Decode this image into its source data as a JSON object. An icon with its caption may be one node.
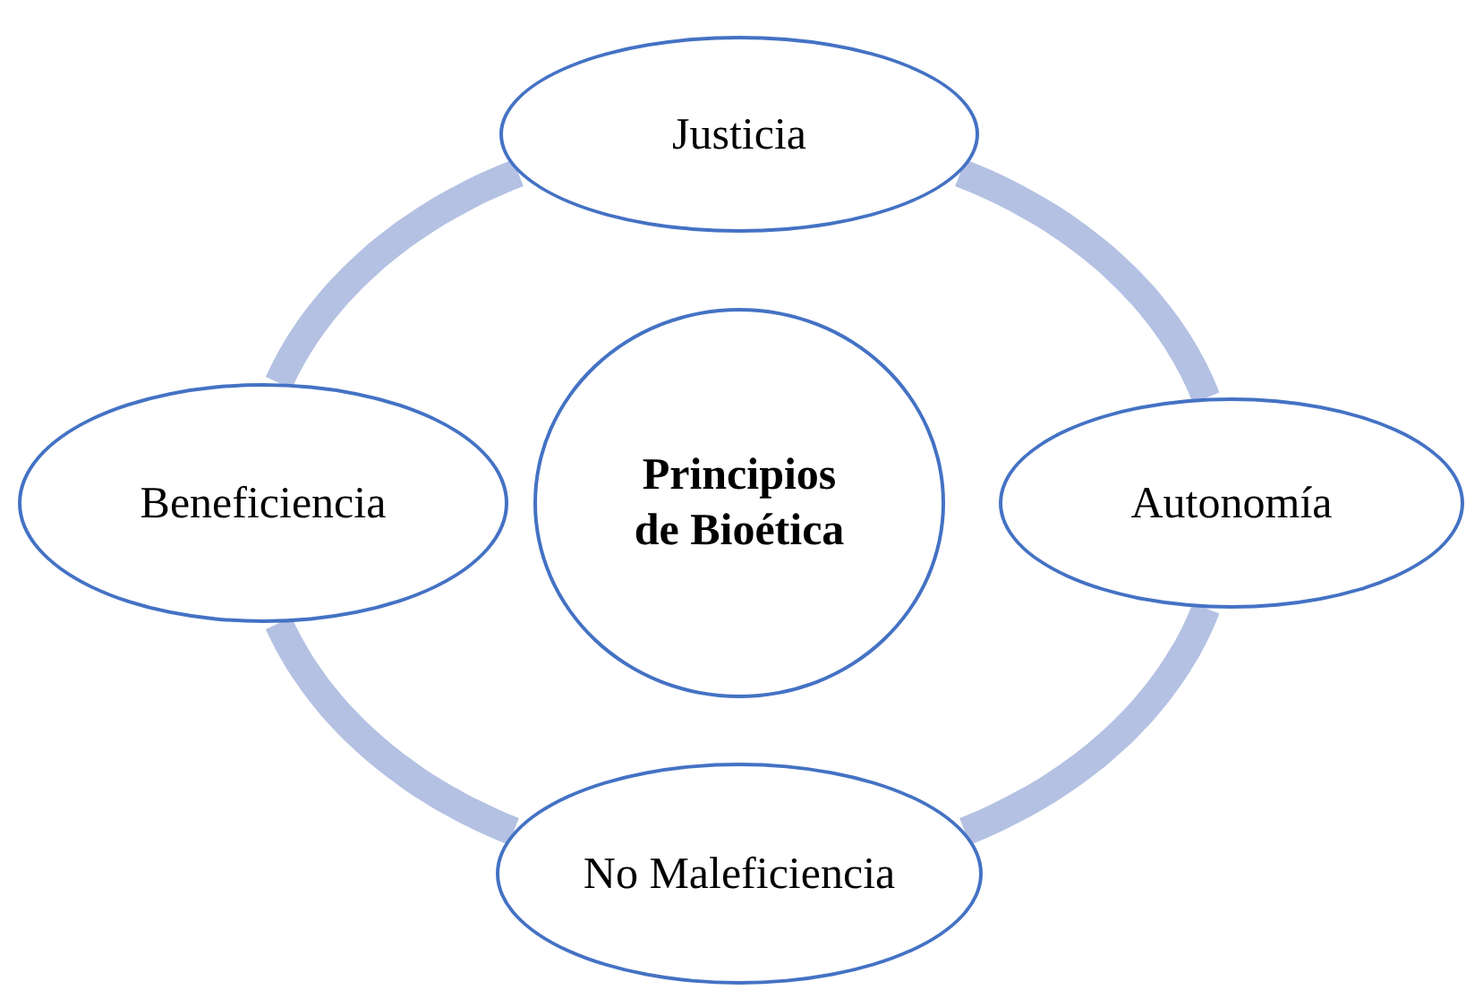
{
  "diagram": {
    "nodes": [
      {
        "text": [
          "Principios de Bioética"
        ]
      },
      {
        "text": [
          "Justicia"
        ]
      },
      {
        "text": [
          "Autonomía"
        ]
      },
      {
        "text": [
          "No Maleficiencia"
        ]
      },
      {
        "text": [
          "Beneficiencia"
        ]
      }
    ],
    "edges": [
      {
        "from": 1,
        "to": 2,
        "arrow": "none"
      },
      {
        "from": 2,
        "to": 3,
        "arrow": "none"
      },
      {
        "from": 3,
        "to": 4,
        "arrow": "none"
      },
      {
        "from": 4,
        "to": 1,
        "arrow": "none"
      }
    ]
  }
}
